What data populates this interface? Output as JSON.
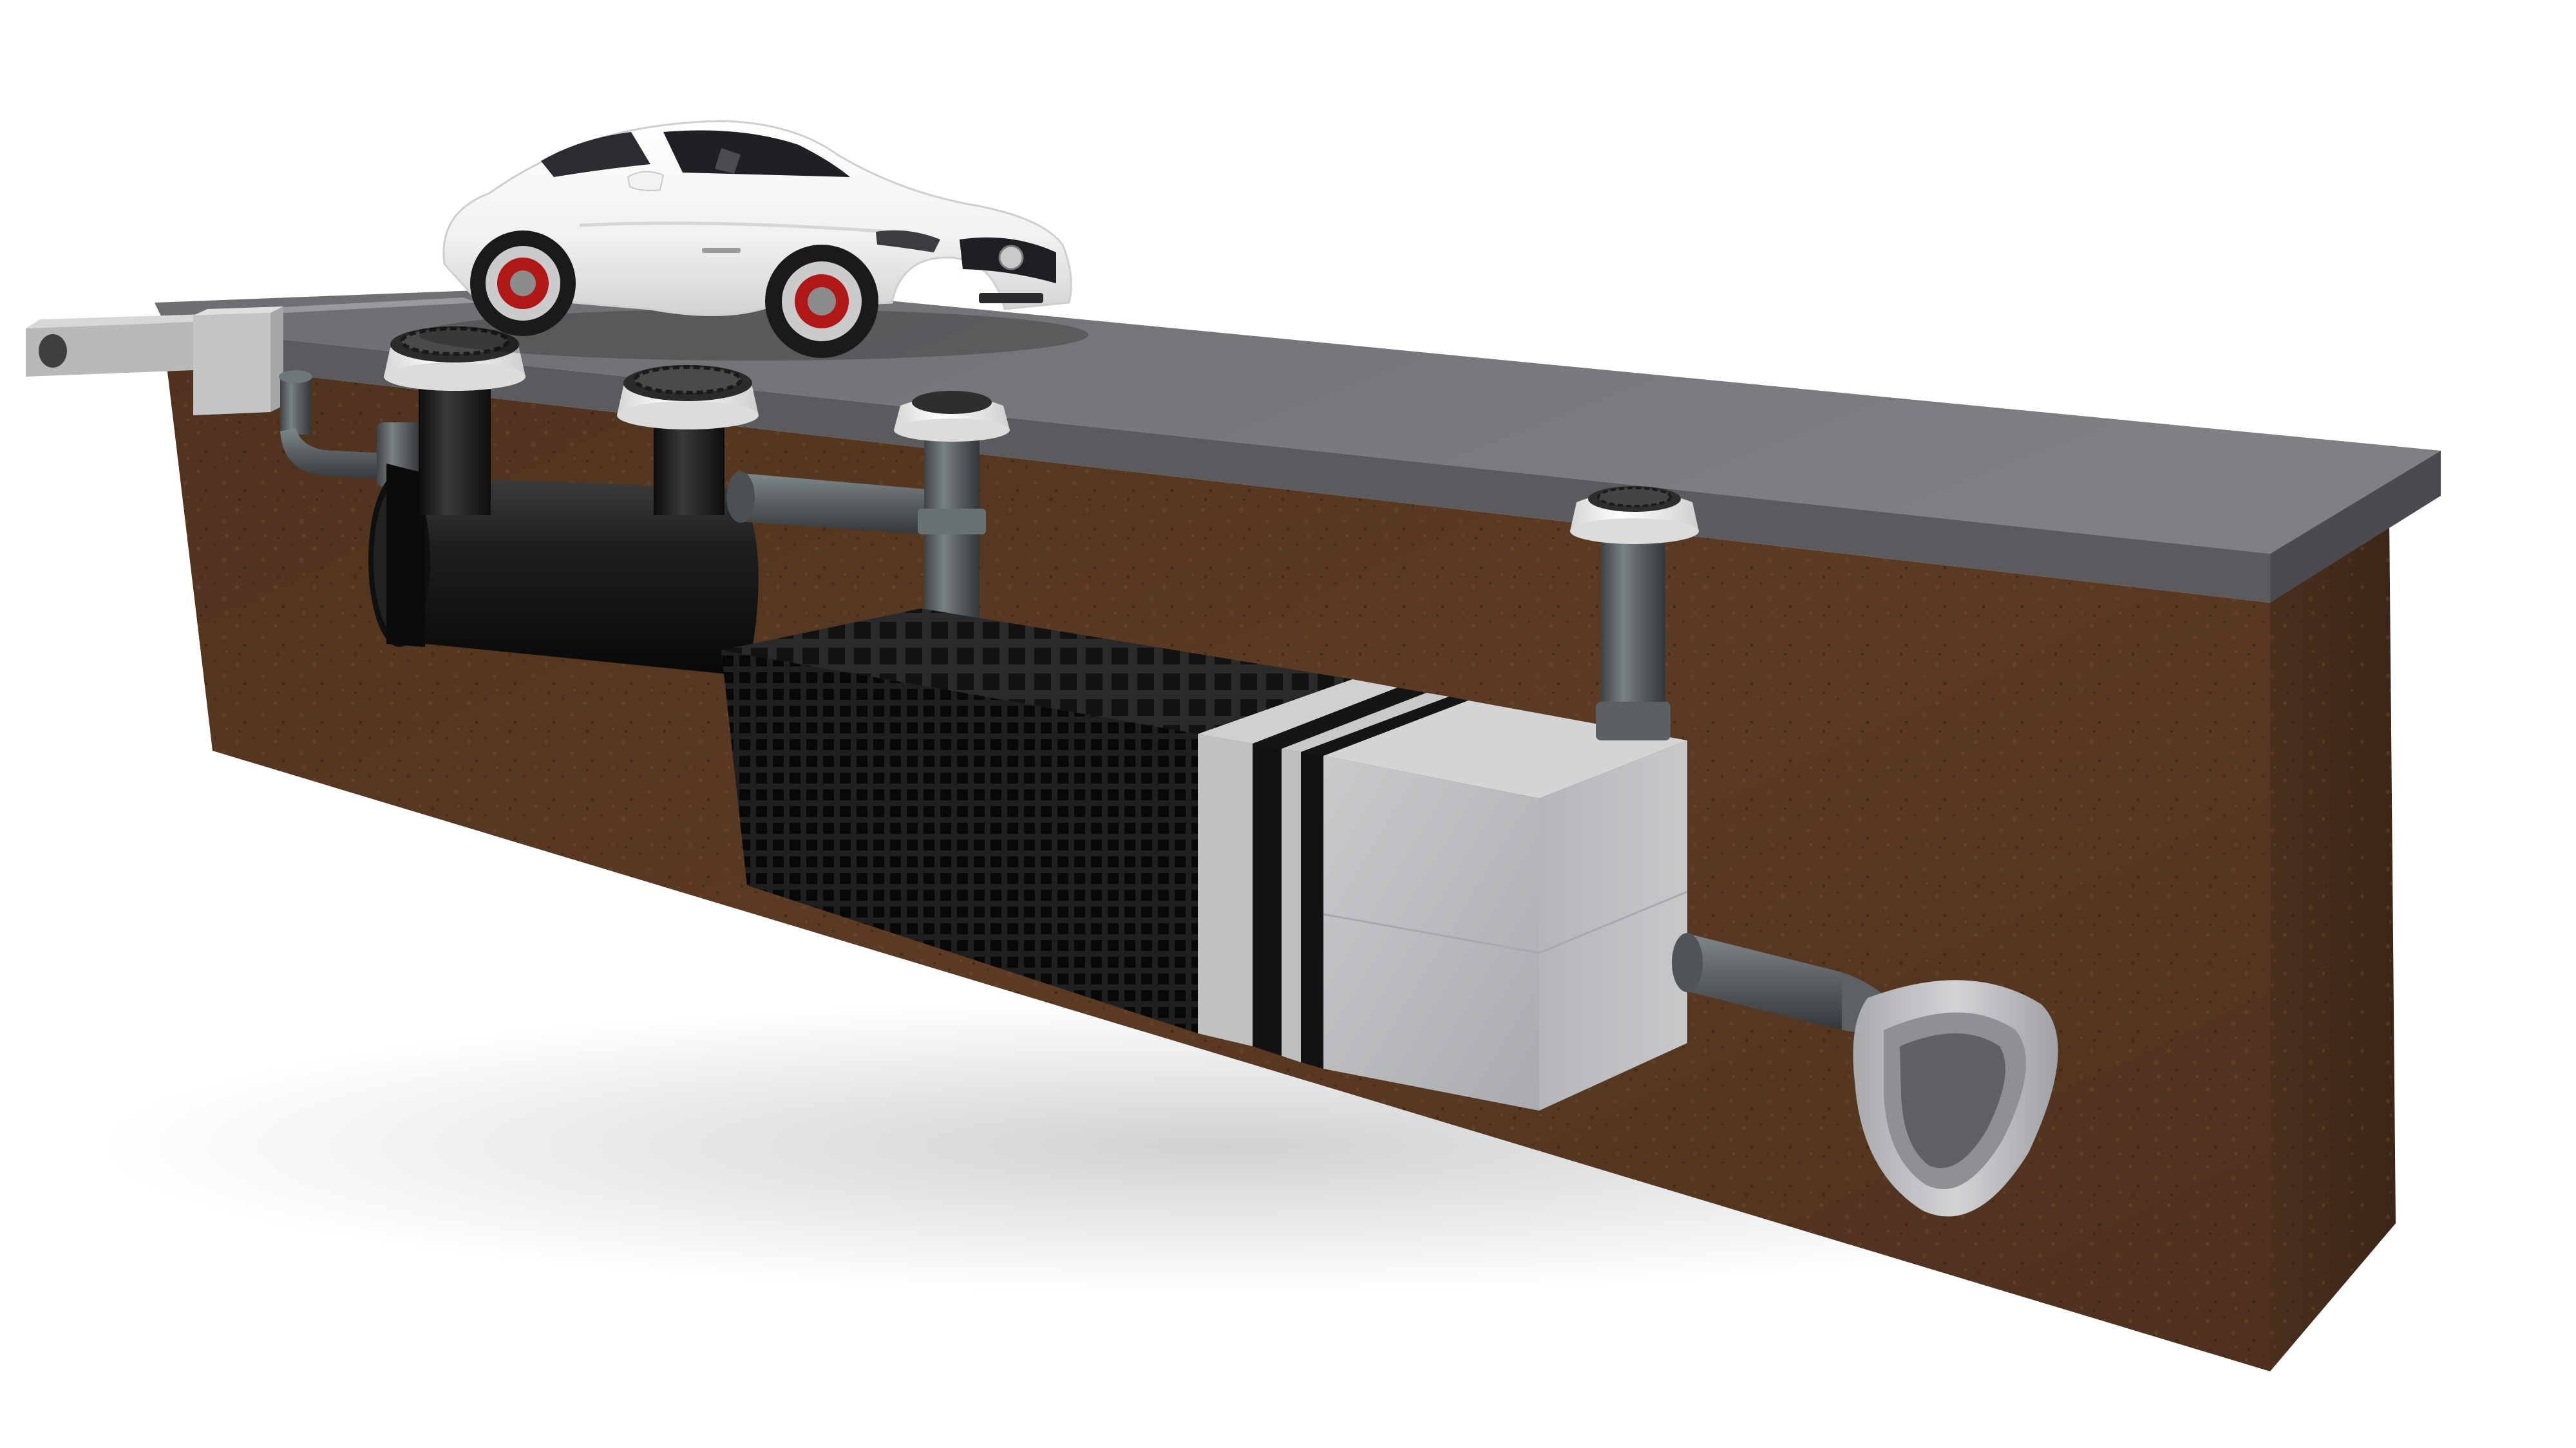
{
  "scene": {
    "background": "#ffffff",
    "colors": {
      "road_top": "#747478",
      "road_edge": "#56565a",
      "soil_front": "#5a3a24",
      "soil_side": "#4a2f1d",
      "soil_dark": "#3a2516",
      "pipe_grey": "#5c6266",
      "pipe_light": "#7c8388",
      "black_plastic": "#151515",
      "crate": "#1c1c1c",
      "concrete": "#bcbdbf",
      "concrete_dark": "#9d9fa2",
      "collar_white": "#f1f1ef",
      "car_white": "#f7f7f7",
      "car_red": "#b01818"
    },
    "components": [
      "road-surface",
      "soil-block",
      "inlet-channel",
      "gully-chamber",
      "settling-tank",
      "access-shaft-1",
      "access-shaft-2",
      "vent-shaft",
      "infiltration-crate",
      "geotextile-module",
      "inspection-shaft",
      "outlet-pipe",
      "concrete-sewer",
      "car"
    ]
  }
}
